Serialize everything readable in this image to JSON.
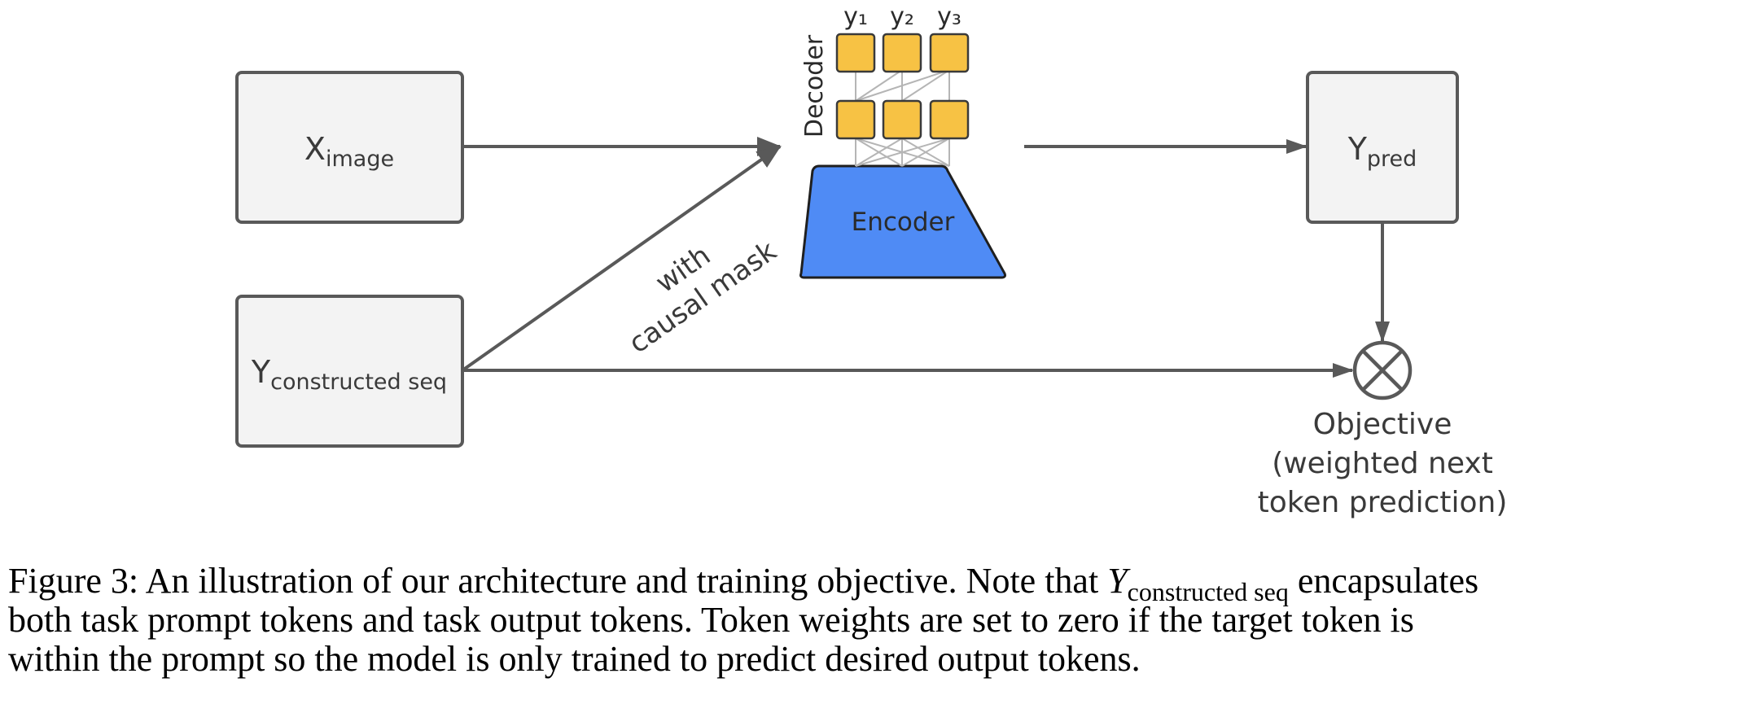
{
  "nodes": {
    "x_image": {
      "main": "X",
      "sub": "image"
    },
    "y_constructed": {
      "main": "Y",
      "sub": "constructed seq"
    },
    "y_pred": {
      "main": "Y",
      "sub": "pred"
    },
    "encoder": {
      "label": "Encoder"
    },
    "decoder": {
      "label": "Decoder",
      "tokens": [
        "y₁",
        "y₂",
        "y₃"
      ]
    },
    "objective": {
      "lines": [
        "Objective",
        "(weighted next",
        "token prediction)"
      ]
    }
  },
  "edge_labels": {
    "causal_mask": [
      "with",
      "causal mask"
    ]
  },
  "colors": {
    "box_fill": "#f3f3f3",
    "box_stroke": "#595959",
    "arrow": "#595959",
    "encoder_fill": "#4f8bf5",
    "token_fill": "#f7c244",
    "token_links": "#b5b5b5",
    "text": "#3a3a3a"
  },
  "caption": {
    "line1_a": "Figure 3: An illustration of our architecture and training objective. Note that ",
    "line1_math": "Y",
    "line1_sub": "constructed seq",
    "line1_b": " encapsulates",
    "line2": "both task prompt tokens and task output tokens. Token weights are set to zero if the target token is",
    "line3": "within the prompt so the model is only trained to predict desired output tokens."
  }
}
